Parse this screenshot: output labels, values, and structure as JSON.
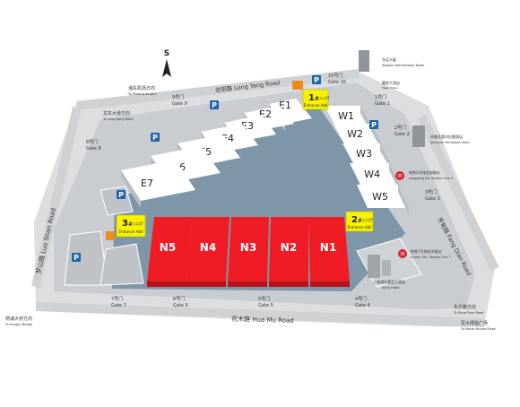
{
  "colors": {
    "road": "#dcdee0",
    "ground": "#c9cdd1",
    "water": "#7e96a8",
    "hall_face": "#ffffff",
    "hall_side": "#b9bec3",
    "highlight_hall": "#ef1c25",
    "highlight_hall_side": "#b5121a",
    "entrance_yellow": "#f6f200",
    "parking_blue": "#1f63a8",
    "metro_red": "#d8262d"
  },
  "compass": {
    "letter": "S"
  },
  "roads": {
    "top": "龙阳路 Long Yang Road",
    "left": "罗山路 Luo Shan Road",
    "bottom": "花木路 Hua Mu Road",
    "right": "芳甸路 Fang Dian Road"
  },
  "directions": [
    {
      "cn": "浦东机场方向",
      "en": "To Pudong Airport"
    },
    {
      "cn": "龙东大道方向",
      "en": "To Long Dong Road"
    },
    {
      "cn": "杨浦大桥方向",
      "en": "To Yangpu Bridge"
    },
    {
      "cn": "东方路方向",
      "en": "To Dong Fang Road"
    },
    {
      "cn": "至大拇指广场",
      "en": "To Macro-thumb Plaza"
    }
  ],
  "gates": [
    {
      "cn": "1号门",
      "en": "Gate 1"
    },
    {
      "cn": "2号门",
      "en": "Gate 2"
    },
    {
      "cn": "3号门",
      "en": "Gate 3"
    },
    {
      "cn": "4号门",
      "en": "Gate 4"
    },
    {
      "cn": "5号门",
      "en": "Gate 5"
    },
    {
      "cn": "6号门",
      "en": "Gate 6"
    },
    {
      "cn": "7号门",
      "en": "Gate 7"
    },
    {
      "cn": "8号门",
      "en": "Gate 8"
    },
    {
      "cn": "9号门",
      "en": "Gate 9"
    },
    {
      "cn": "10号门",
      "en": "Gate 10"
    }
  ],
  "halls_e": [
    "E1",
    "E2",
    "E3",
    "E4",
    "E5",
    "E6",
    "E7"
  ],
  "halls_w": [
    "W1",
    "W2",
    "W3",
    "W4",
    "W5"
  ],
  "halls_n": [
    "N5",
    "N4",
    "N3",
    "N2",
    "N1"
  ],
  "entrances": [
    {
      "num": "1",
      "sup": "#",
      "cn": "入口厅",
      "en": "Entrance Hall"
    },
    {
      "num": "2",
      "sup": "#",
      "cn": "入口厅",
      "en": "Entrance Hall"
    },
    {
      "num": "3",
      "sup": "#",
      "cn": "入口厅",
      "en": "Entrance Hall"
    }
  ],
  "parking": {
    "label": "P"
  },
  "landmarks": [
    {
      "cn": "东远大厦",
      "en": "Yongda International Tower"
    },
    {
      "cn": "卓美亚喜玛拉雅酒店",
      "en": "Jumeirah Himalaya Hotel"
    },
    {
      "cn": "上海浦东嘉里大酒店",
      "en": "Kerry Hotel"
    }
  ],
  "hotel_small": {
    "cn": "魔泉大酒店",
    "en": "Magic Hotel"
  },
  "metro": [
    {
      "cn": "地铁7号线花木路站",
      "en": "Huamu Rd. Station Line 7"
    },
    {
      "cn": "地铁2号线龙阳路站",
      "en": "Longyang Rd. Station Line 2"
    }
  ]
}
